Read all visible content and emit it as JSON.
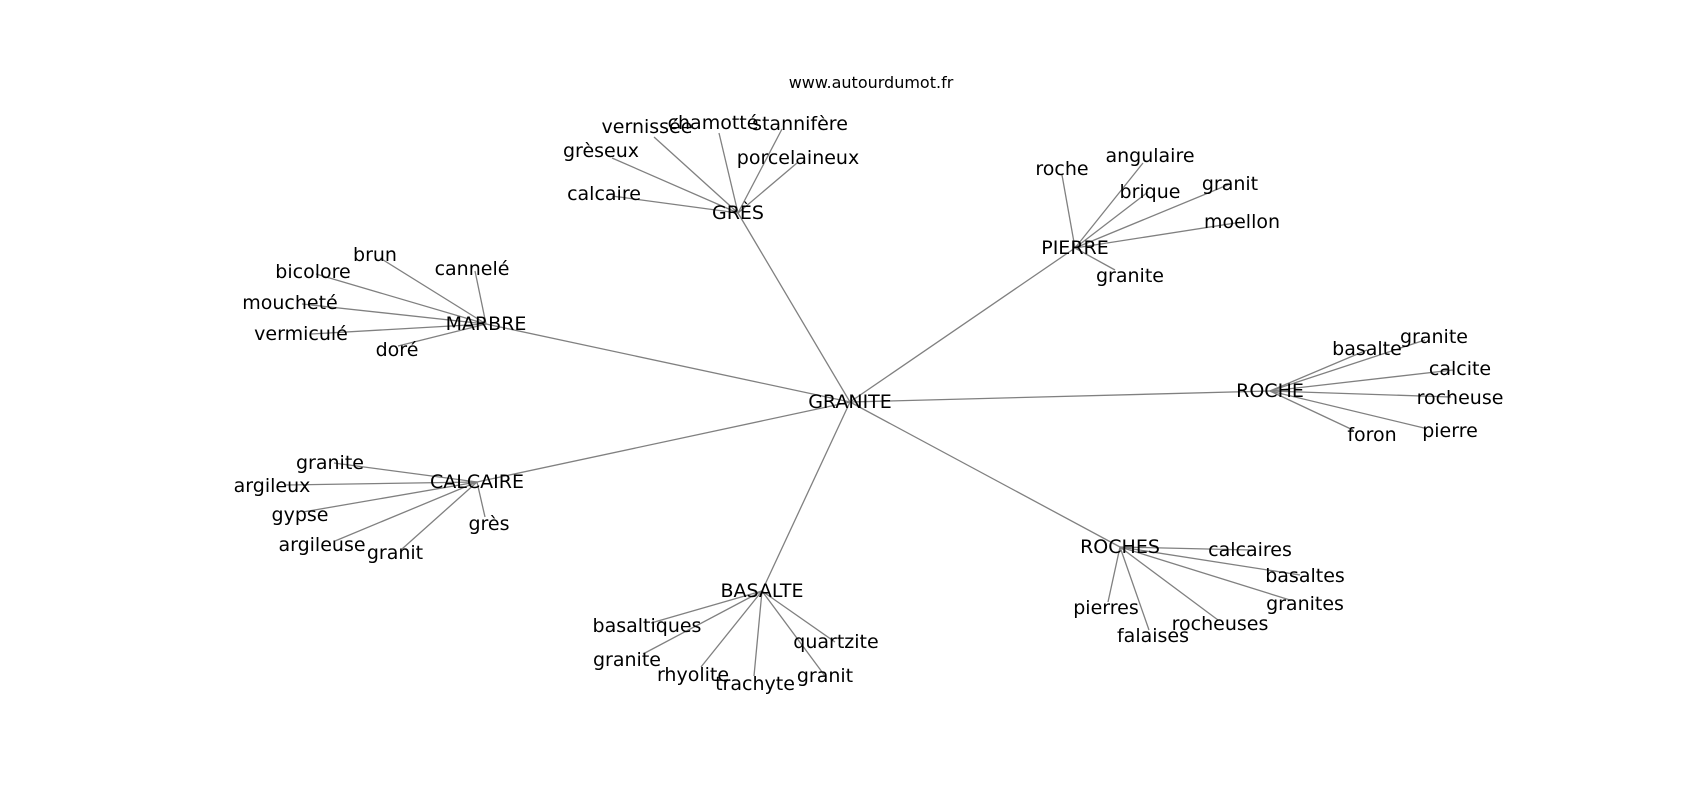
{
  "watermark": "www.autourdumot.fr",
  "center": "GRANITE",
  "hubs": [
    {
      "label": "GRÈS",
      "neighbors": [
        "vernissée",
        "chamotté",
        "stannifère",
        "grèseux",
        "porcelaineux",
        "calcaire"
      ]
    },
    {
      "label": "PIERRE",
      "neighbors": [
        "roche",
        "angulaire",
        "brique",
        "granit",
        "moellon",
        "granite"
      ]
    },
    {
      "label": "MARBRE",
      "neighbors": [
        "brun",
        "cannelé",
        "bicolore",
        "moucheté",
        "vermiculé",
        "doré"
      ]
    },
    {
      "label": "ROCHE",
      "neighbors": [
        "basalte",
        "granite",
        "calcite",
        "rocheuse",
        "pierre",
        "foron"
      ]
    },
    {
      "label": "CALCAIRE",
      "neighbors": [
        "granite",
        "argileux",
        "gypse",
        "argileuse",
        "granit",
        "grès"
      ]
    },
    {
      "label": "ROCHES",
      "neighbors": [
        "calcaires",
        "basaltes",
        "granites",
        "rocheuses",
        "falaises",
        "pierres"
      ]
    },
    {
      "label": "BASALTE",
      "neighbors": [
        "basaltiques",
        "granite",
        "rhyolite",
        "trachyte",
        "granit",
        "quartzite"
      ]
    }
  ]
}
